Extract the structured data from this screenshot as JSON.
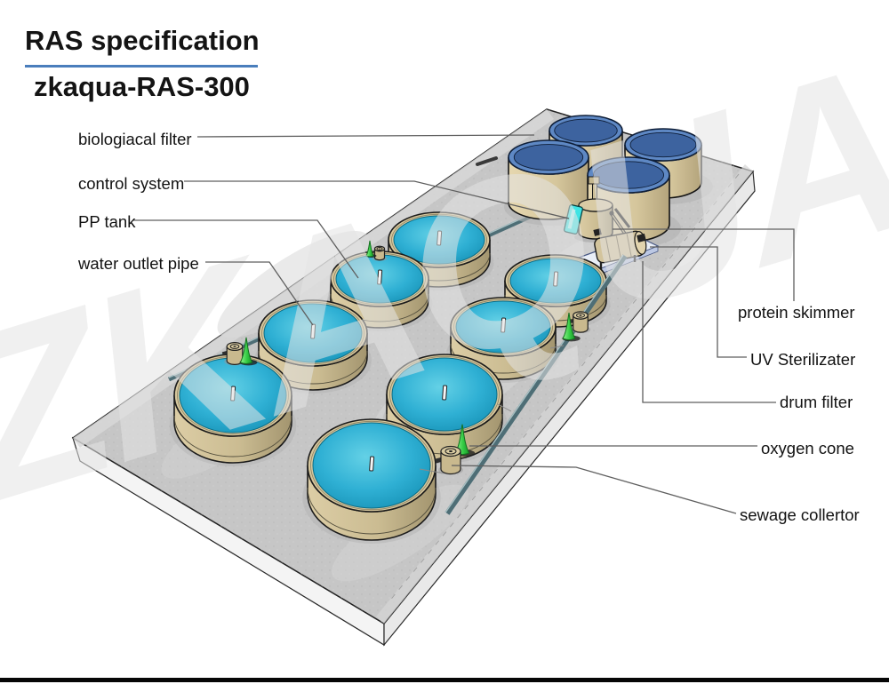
{
  "header": {
    "title": "RAS specification",
    "subtitle": "zkaqua-RAS-300"
  },
  "watermark": {
    "text": "ZKAQUA"
  },
  "diagram": {
    "labels": [
      {
        "id": "biological-filter",
        "text": "biologiacal filter"
      },
      {
        "id": "control-system",
        "text": "control system"
      },
      {
        "id": "pp-tank",
        "text": "PP tank"
      },
      {
        "id": "water-outlet-pipe",
        "text": "water outlet pipe"
      },
      {
        "id": "protein-skimmer",
        "text": "protein skimmer"
      },
      {
        "id": "uv-sterilizer",
        "text": "UV Sterilizater"
      },
      {
        "id": "drum-filter",
        "text": "drum filter"
      },
      {
        "id": "oxygen-cone",
        "text": "oxygen cone"
      },
      {
        "id": "sewage-collector",
        "text": "sewage collertor"
      }
    ],
    "colors": {
      "title_underline": "#4a7ebc",
      "water": "#2fb0d4",
      "tank_rim_tan": "#d5c69c",
      "platform_grey": "#c6c6c6",
      "bio_tank_top_blue": "#5e88c4",
      "oxygen_cone_green": "#35cb44",
      "control_panel_cyan": "#40e4e4",
      "pipe_slate": "#4e6e76",
      "footer_bar": "#060606"
    }
  }
}
